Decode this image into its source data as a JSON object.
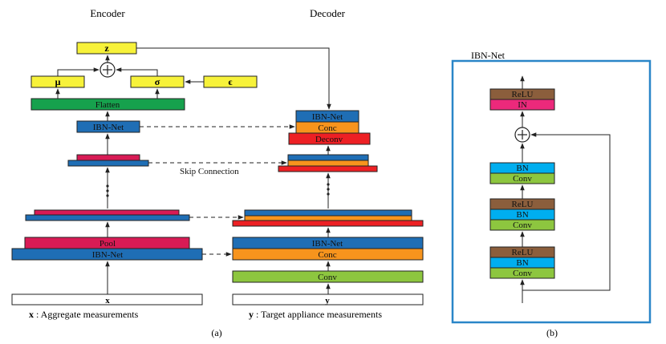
{
  "encoder": {
    "title": "Encoder",
    "z_label": "z",
    "mu_label": "μ",
    "sigma_label": "σ",
    "epsilon_label": "ϵ",
    "flatten_label": "Flatten",
    "ibn_small_label": "IBN-Net",
    "pool_label": "Pool",
    "ibn_label": "IBN-Net",
    "input_label": "x",
    "caption_symbol": "x",
    "caption_text": " : Aggregate measurements"
  },
  "decoder": {
    "title": "Decoder",
    "ibn_top_label": "IBN-Net",
    "conc_top_label": "Conc",
    "deconv_label": "Deconv",
    "skip_label": "Skip Connection",
    "ibn_label": "IBN-Net",
    "conc_label": "Conc",
    "conv_label": "Conv",
    "output_label": "y",
    "caption_symbol": "y",
    "caption_text": " : Target appliance measurements"
  },
  "ibn_net": {
    "title": "IBN-Net",
    "relu_top": "ReLU",
    "in_label": "IN",
    "bn_1": "BN",
    "conv_1": "Conv",
    "relu_2": "ReLU",
    "bn_2": "BN",
    "conv_2": "Conv",
    "relu_3": "ReLU",
    "bn_3": "BN",
    "conv_3": "Conv"
  },
  "panels": {
    "a": "(a)",
    "b": "(b)"
  },
  "colors": {
    "yellow": "#f7f23a",
    "green": "#16a14d",
    "blue": "#1f6eb5",
    "crimson": "#d81b55",
    "orange": "#f7941d",
    "red": "#ed2024",
    "lightgreen": "#8dc63f",
    "cyan": "#00aeef",
    "brown": "#8b5e3c",
    "pink": "#ec297b",
    "frame": "#2a86c8"
  }
}
